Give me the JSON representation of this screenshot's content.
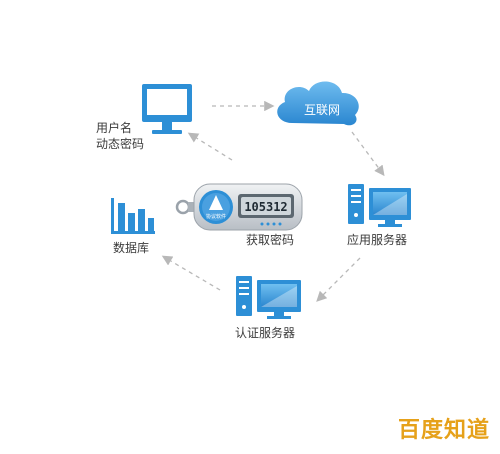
{
  "colors": {
    "primary": "#2d8fd6",
    "primary_light": "#5aaee8",
    "arrow": "#b8b8b8",
    "watermark": "#e6a11a",
    "device_body": "#d9dde2",
    "display_bg": "#5c6770"
  },
  "nodes": {
    "user": {
      "line1": "用户名",
      "line2": "动态密码",
      "icon": "monitor-icon"
    },
    "internet": {
      "label": "互联网",
      "icon": "cloud-icon"
    },
    "app_server": {
      "label": "应用服务器",
      "icon": "server-computer-icon"
    },
    "auth_server": {
      "label": "认证服务器",
      "icon": "server-computer-icon"
    },
    "database": {
      "label": "数据库",
      "icon": "bar-chart-icon"
    },
    "token": {
      "label": "获取密码",
      "logo_text": "协议软件",
      "display_code": "105312",
      "icon": "otp-token-icon"
    }
  },
  "watermark": {
    "text": "百度知道"
  }
}
